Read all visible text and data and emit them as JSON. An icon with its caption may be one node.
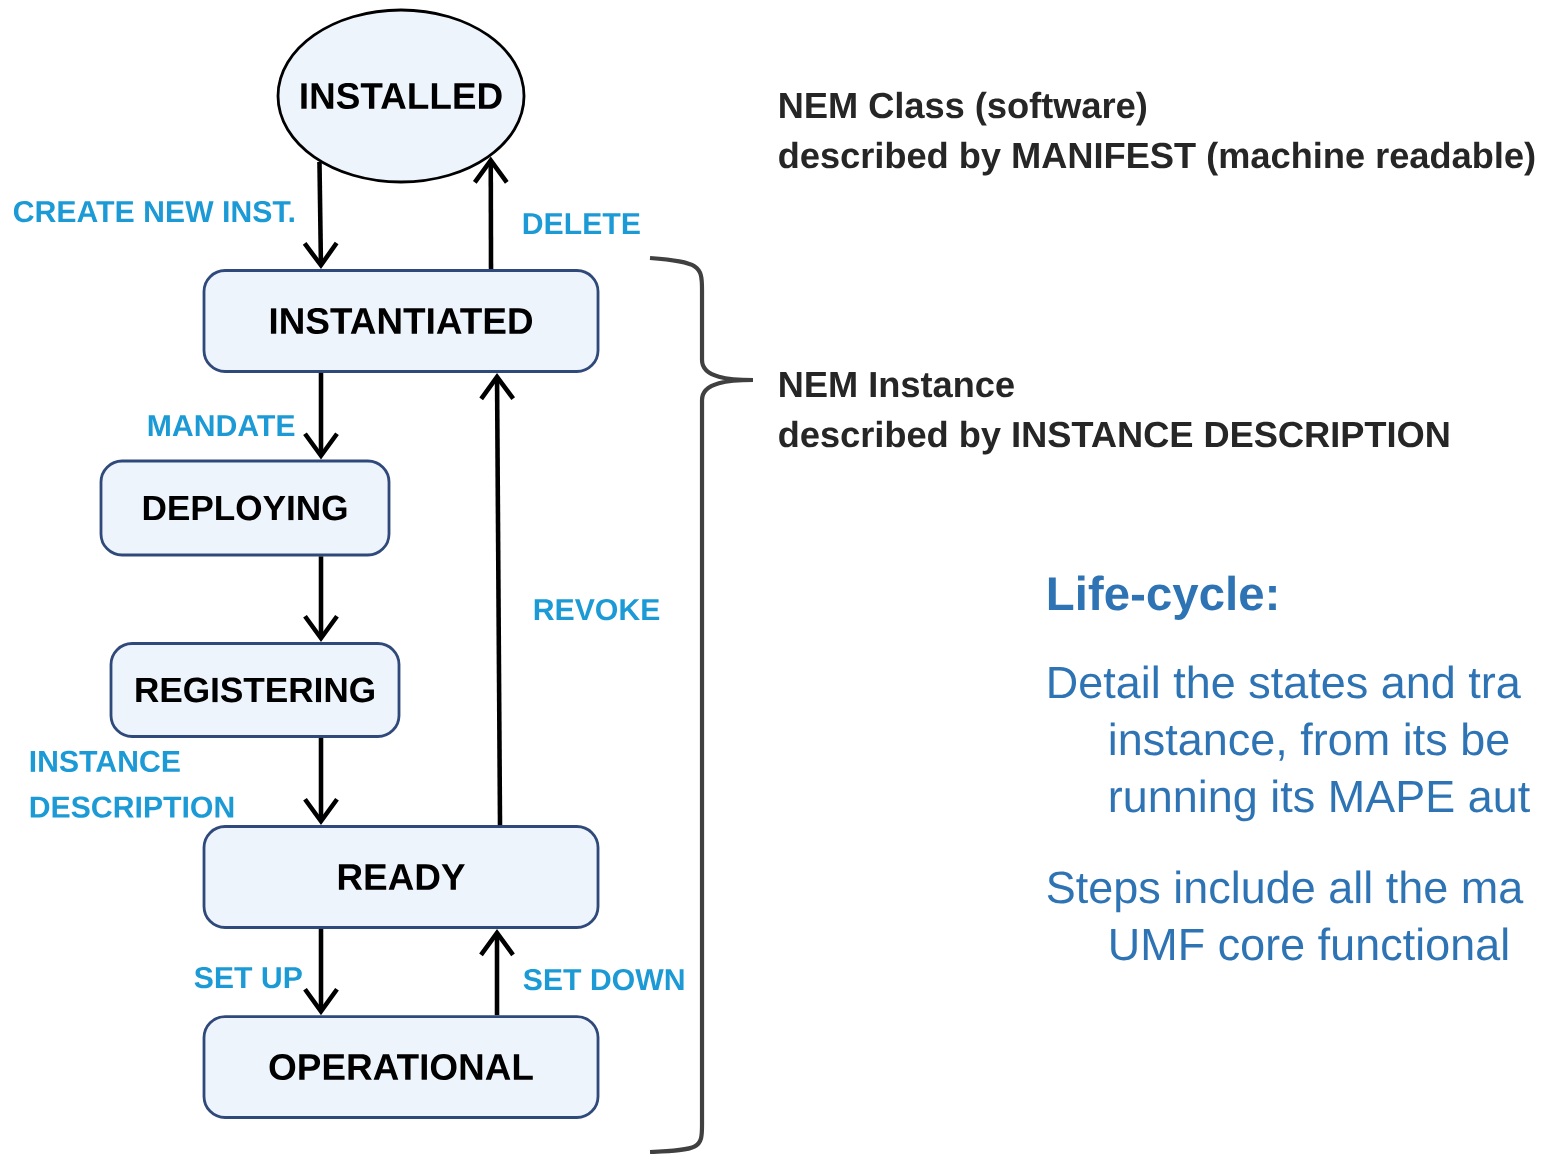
{
  "diagram": {
    "nodes": [
      {
        "text": [
          "INSTALLED"
        ]
      },
      {
        "text": [
          "INSTANTIATED"
        ]
      },
      {
        "text": [
          "DEPLOYING"
        ]
      },
      {
        "text": [
          "REGISTERING"
        ]
      },
      {
        "text": [
          "READY"
        ]
      },
      {
        "text": [
          "OPERATIONAL"
        ]
      }
    ],
    "edges": [
      {
        "from": 0,
        "to": 1,
        "arrow": "to",
        "label": "CREATE NEW INST."
      },
      {
        "from": 1,
        "to": 0,
        "arrow": "to",
        "label": "DELETE"
      },
      {
        "from": 1,
        "to": 2,
        "arrow": "to",
        "label": "MANDATE"
      },
      {
        "from": 2,
        "to": 3,
        "arrow": "to"
      },
      {
        "from": 3,
        "to": 4,
        "arrow": "to",
        "label": "INSTANCE DESCRIPTION"
      },
      {
        "from": 4,
        "to": 1,
        "arrow": "to",
        "label": "REVOKE"
      },
      {
        "from": 4,
        "to": 5,
        "arrow": "to",
        "label": "SET UP"
      },
      {
        "from": 5,
        "to": 4,
        "arrow": "to",
        "label": "SET DOWN"
      }
    ],
    "labels": [
      "NEM Class (software)",
      "described by MANIFEST (machine readable)",
      "NEM Instance",
      "described by INSTANCE DESCRIPTION",
      "Life-cycle:",
      "Detail the states and tra",
      "instance, from its be",
      "running its MAPE aut",
      "Steps include all the ma",
      "UMF core functional"
    ]
  }
}
